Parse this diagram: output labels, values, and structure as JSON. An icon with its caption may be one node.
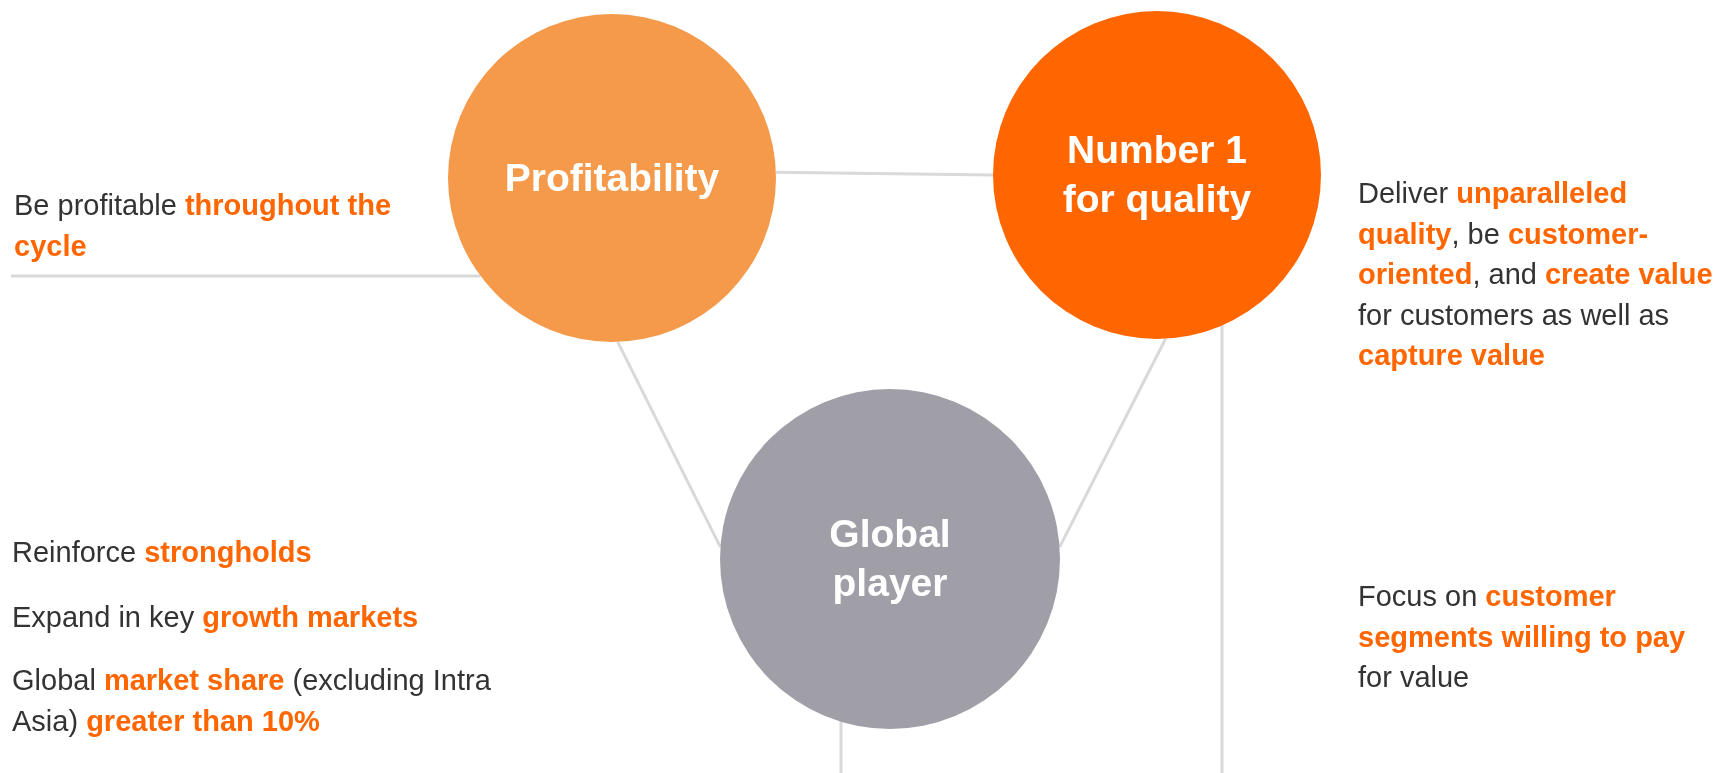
{
  "diagram": {
    "nodes": [
      {
        "text": [
          "Profitability"
        ]
      },
      {
        "text": [
          "Number 1 for quality"
        ]
      },
      {
        "text": [
          "Global player"
        ]
      },
      {
        "text": [
          "Be profitable **throughout the cycle**"
        ]
      }
    ],
    "edges": [
      {
        "from": 0,
        "to": 1,
        "arrow": "none"
      },
      {
        "from": 0,
        "to": 2,
        "arrow": "none"
      },
      {
        "from": 1,
        "to": 2,
        "arrow": "none"
      },
      {
        "from": 3,
        "to": 0,
        "arrow": "none"
      }
    ],
    "labels": [
      "Deliver **unparalleled quality**, be **customer-oriented**, and **create value** for customers as well as **capture value**",
      "Focus on **customer segments willing to pay** for value",
      "Reinforce **strongholds**",
      "Expand in key **growth markets**",
      "Global **market share** (excluding Intra Asia) **greater than 10%**"
    ]
  }
}
